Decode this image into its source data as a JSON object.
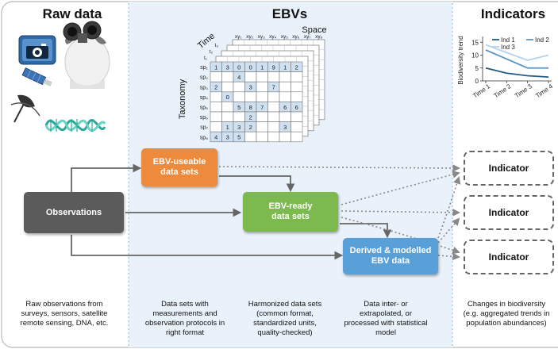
{
  "columns": {
    "raw": "Raw data",
    "ebv": "EBVs",
    "indicators": "Indicators"
  },
  "cube": {
    "space_label": "Space",
    "time_label": "Time",
    "taxonomy_label": "Taxonomy",
    "time_ticks": [
      "t₁",
      "t₂",
      "t₃"
    ],
    "space_ticks": [
      "xy₁",
      "xy₂",
      "xy₃",
      "xy₄",
      "xy₅",
      "xy₆",
      "xy₇",
      "xy₈"
    ],
    "species": [
      "sp₁",
      "sp₂",
      "sp₃",
      "sp₄",
      "sp₅",
      "sp₆",
      "sp₇",
      "sp₈"
    ],
    "rows": [
      [
        "1",
        "3",
        "0",
        "0",
        "1",
        "9",
        "1",
        "2"
      ],
      [
        "",
        "",
        "4",
        "",
        "",
        "",
        "",
        ""
      ],
      [
        "2",
        "",
        "",
        "3",
        "",
        "7",
        "",
        ""
      ],
      [
        "",
        "0",
        "",
        "",
        "",
        "",
        "",
        ""
      ],
      [
        "",
        "",
        "5",
        "8",
        "7",
        "",
        "6",
        "6"
      ],
      [
        "",
        "",
        "",
        "2",
        "",
        "",
        "",
        ""
      ],
      [
        "",
        "1",
        "3",
        "2",
        "",
        "",
        "3",
        ""
      ],
      [
        "4",
        "3",
        "5",
        "",
        "",
        "",
        "",
        ""
      ]
    ]
  },
  "boxes": {
    "observations": "Observations",
    "useable": "EBV-useable\ndata sets",
    "ready": "EBV-ready\ndata sets",
    "derived": "Derived & modelled\nEBV data",
    "indicator": "Indicator"
  },
  "captions": {
    "raw": "Raw observations from\nsurveys, sensors, satellite\nremote sensing, DNA, etc.",
    "useable": "Data sets with\nmeasurements and\nobservation protocols in\nright format",
    "ready": "Harmonized data sets\n(common format,\nstandardized units,\nquality-checked)",
    "derived": "Data inter- or\nextrapolated, or\nprocessed with statistical\nmodel",
    "indicators": "Changes in biodiversity\n(e.g. aggregated trends in\npopulation abundances)"
  },
  "colors": {
    "observations": "#5b5b5b",
    "useable": "#ee8a3c",
    "ready": "#7cba4f",
    "derived": "#5aa0d8",
    "ebv_panel": "#e9f2fa",
    "ind1": "#1f5c8a",
    "ind2": "#5a96c9",
    "ind3": "#b7d3ec"
  },
  "icons": [
    "camera-icon",
    "binoculars-icon",
    "satellite-icon",
    "dna-icon"
  ],
  "chart_data": {
    "type": "line",
    "ylabel": "Biodiversity trend",
    "categories": [
      "Time 1",
      "Time 2",
      "Time 3",
      "Time 4"
    ],
    "ylim": [
      0,
      16
    ],
    "yticks": [
      "0",
      "5",
      "10",
      "15"
    ],
    "series": [
      {
        "name": "Ind 1",
        "values": [
          5,
          3,
          2,
          1.5
        ],
        "color": "#1f5c8a"
      },
      {
        "name": "Ind 2",
        "values": [
          12,
          8.5,
          5,
          5
        ],
        "color": "#5a96c9"
      },
      {
        "name": "Ind 3",
        "values": [
          14,
          11,
          8,
          10
        ],
        "color": "#b7d3ec"
      }
    ],
    "legend": "top-right"
  }
}
